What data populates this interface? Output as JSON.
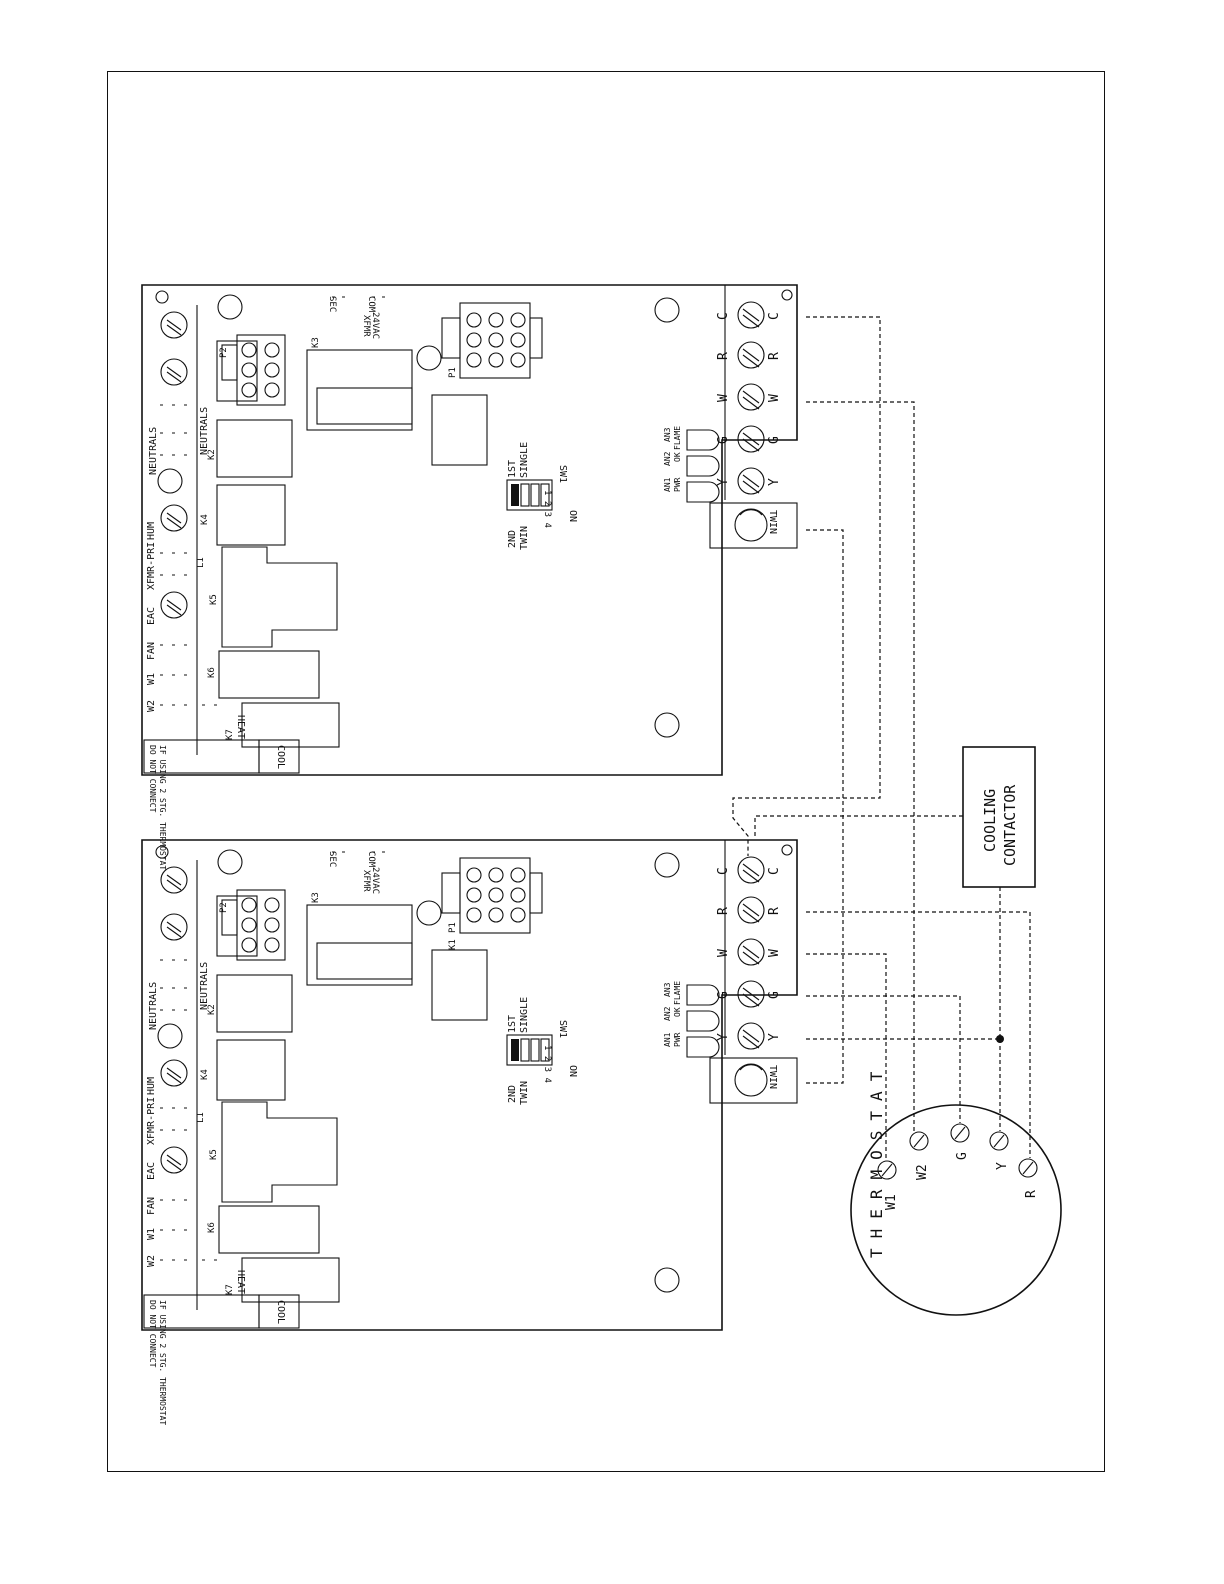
{
  "board": {
    "terminals_tl": [
      "C",
      "R",
      "W",
      "G",
      "Y"
    ],
    "terminals_tr": [
      "C",
      "R",
      "W",
      "G",
      "Y"
    ],
    "led_labels_top": [
      "AN1",
      "AN2",
      "AN3"
    ],
    "led_labels_bottom": [
      "PWR",
      "OK",
      "FLAME"
    ],
    "neutrals": "NEUTRALS",
    "hum": "HUM",
    "xfmr_pri": "XFMR-PRI",
    "eac": "EAC",
    "fan": "FAN",
    "w1": "W1",
    "w2": "W2",
    "heat": "HEAT",
    "cool": "COOL",
    "l1": "L1",
    "p1": "P1",
    "p2": "P2",
    "k1": "K1",
    "k2": "K2",
    "k3": "K3",
    "k4": "K4",
    "k5": "K5",
    "k6": "K6",
    "k7": "K7",
    "xfmr": "XFMR",
    "v24": "24VAC",
    "com": "COM",
    "sec": "SEC",
    "twin_2nd": "2ND",
    "twin": "TWIN",
    "on": "ON",
    "dip_nums": "1 2 3 4",
    "first": "1ST",
    "single": "SINGLE",
    "sw1": "SW1",
    "twin_label": "TWIN",
    "stamp1": "DO NOT CONNECT",
    "stamp2": "IF USING 2 STG. THERMOSTAT"
  },
  "cooling_contactor": {
    "line1": "COOLING",
    "line2": "CONTACTOR"
  },
  "thermostat": {
    "title": "THERMOSTAT",
    "terminals": [
      "W1",
      "W2",
      "G",
      "Y",
      "R"
    ]
  }
}
